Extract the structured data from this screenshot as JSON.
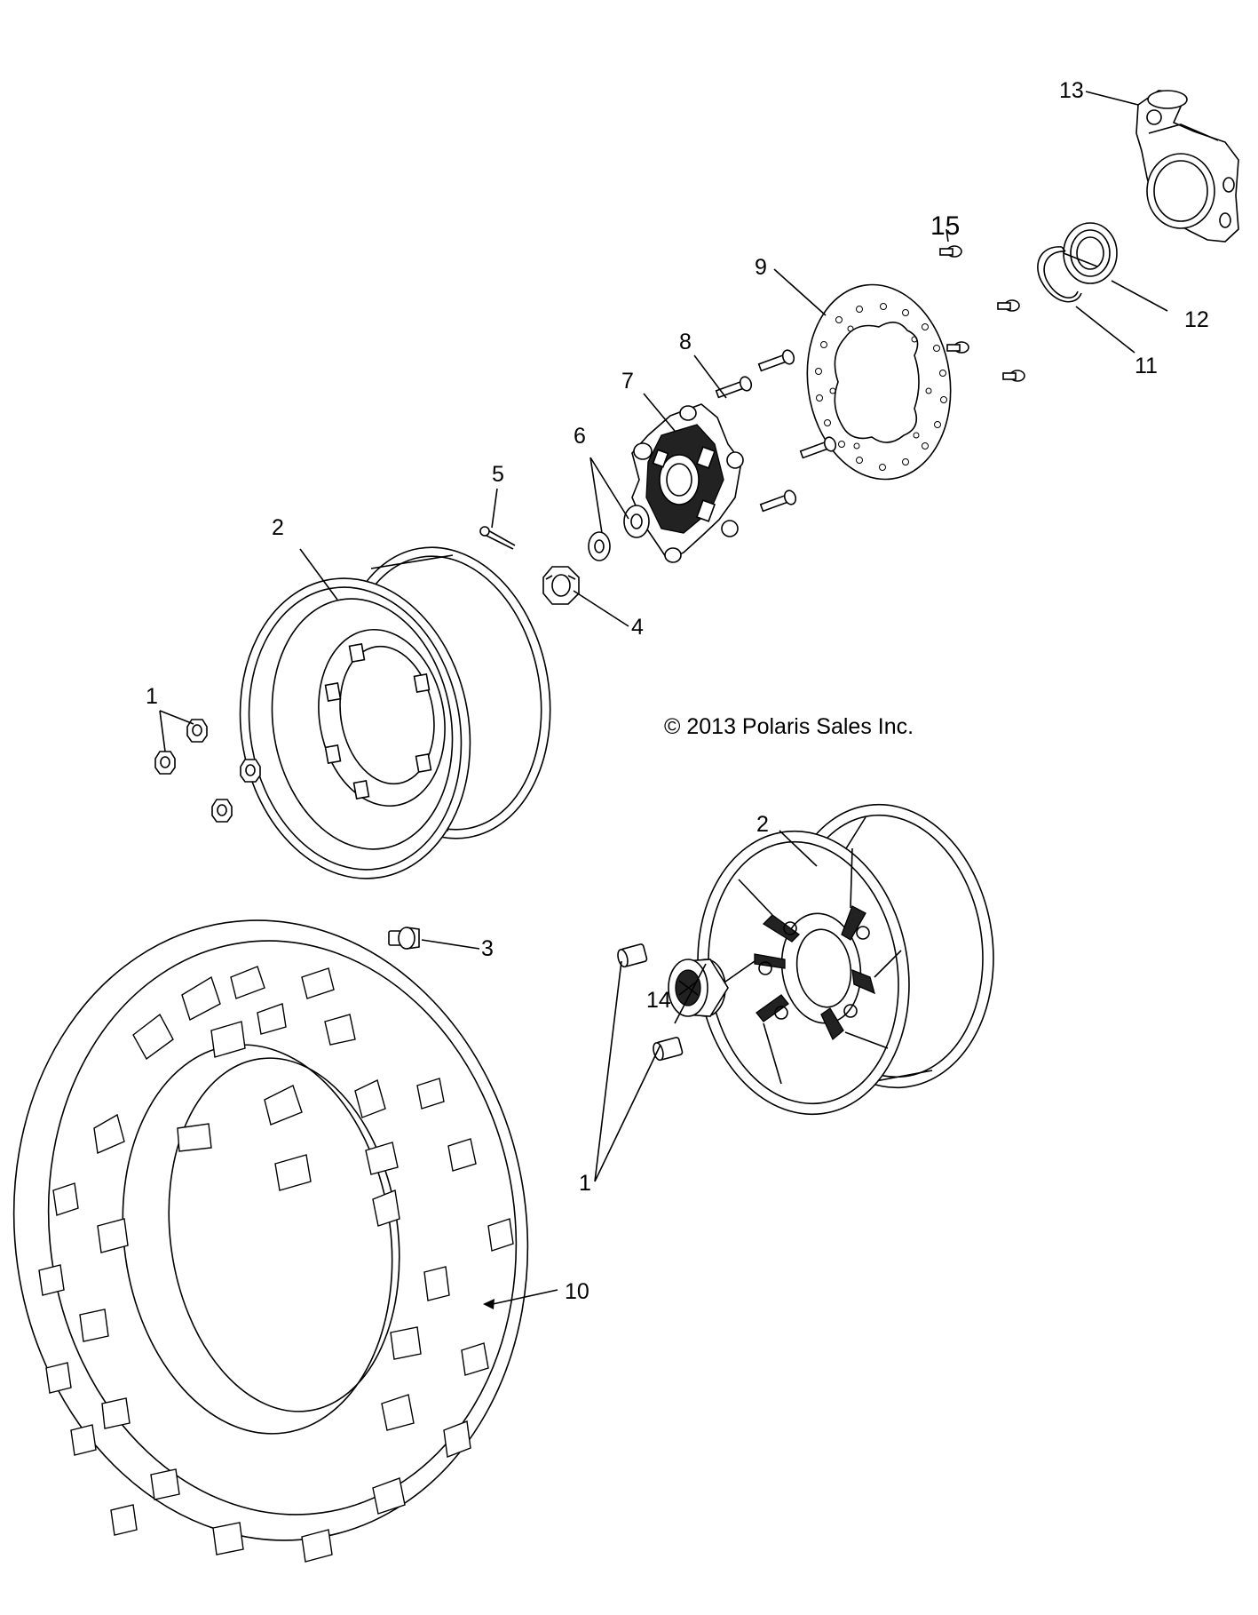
{
  "copyright": "© 2013 Polaris Sales Inc.",
  "callouts": [
    {
      "id": "c13",
      "label": "13"
    },
    {
      "id": "c15",
      "label": "15"
    },
    {
      "id": "c9",
      "label": "9"
    },
    {
      "id": "c12",
      "label": "12"
    },
    {
      "id": "c11",
      "label": "11"
    },
    {
      "id": "c8",
      "label": "8"
    },
    {
      "id": "c7",
      "label": "7"
    },
    {
      "id": "c6",
      "label": "6"
    },
    {
      "id": "c5",
      "label": "5"
    },
    {
      "id": "c2a",
      "label": "2"
    },
    {
      "id": "c4",
      "label": "4"
    },
    {
      "id": "c1a",
      "label": "1"
    },
    {
      "id": "c2b",
      "label": "2"
    },
    {
      "id": "c3",
      "label": "3"
    },
    {
      "id": "c14",
      "label": "14"
    },
    {
      "id": "c1b",
      "label": "1"
    },
    {
      "id": "c10",
      "label": "10"
    }
  ]
}
